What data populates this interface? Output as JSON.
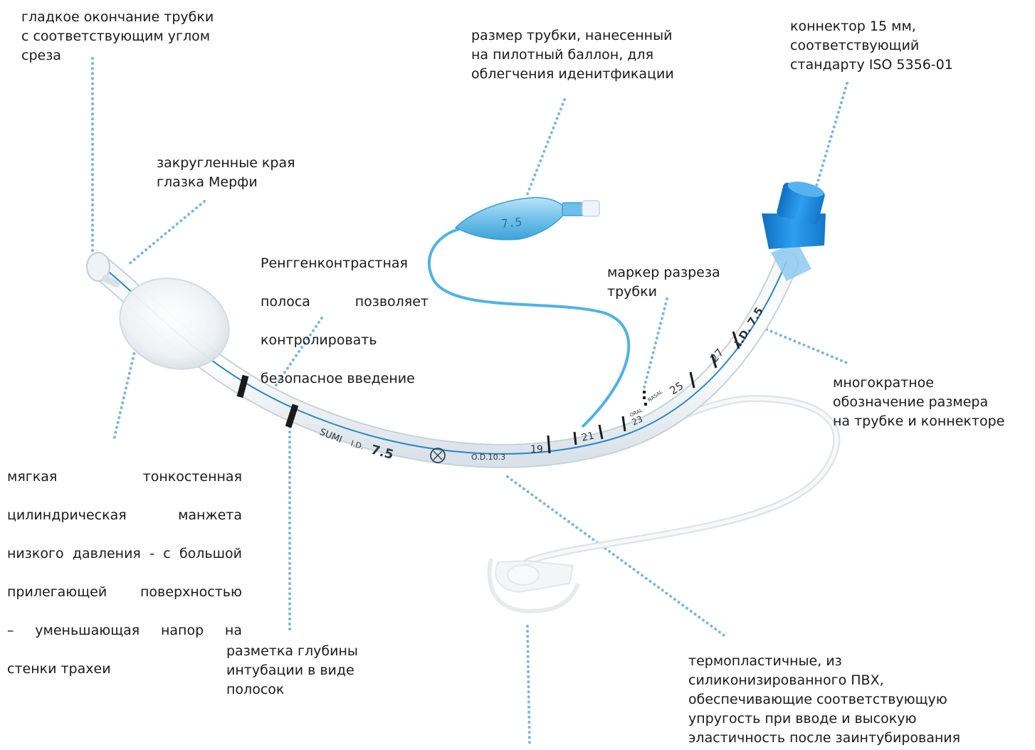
{
  "labels": {
    "smooth_tip": "гладкое окончание трубки\nс соответствующим углом\nсреза",
    "murphy_eye": "закругленные края\nглазка Мерфи",
    "radiopaque_line": [
      "Ренггенконтрастная",
      "полоса позволяет",
      "контролировать",
      "безопасное введение"
    ],
    "pilot_balloon_size": "размер трубки, нанесенный\nна пилотный баллон, для\nоблегчения иденитфикации",
    "connector": "коннектор 15 мм,\nсоответствующий\nстандарту ISO 5356-01",
    "bevel_marker": "маркер разреза\nтрубки",
    "multiple_size": "многократное\nобозначение размера\nна трубке и коннекторе",
    "cuff": [
      "мягкая тонкостенная",
      "цилиндрическая манжета",
      "низкого давления - с большой",
      "прилегающей поверхностью",
      "– уменьшающая напор на",
      "стенки трахеи"
    ],
    "depth_marks": "разметка глубины\nинтубации в виде\nполосок",
    "material": "термопластичные, из\nсиликонизированного ПВХ,\nобеспечивающие соответствующую\nупругость при вводе и высокую\nэластичность после заинтубирования"
  },
  "tube_markings": {
    "brand": "SUMI",
    "id_prefix": "I.D.",
    "id_value": "7.5",
    "od": "O.D.10.3",
    "depth_19": "19",
    "depth_21": "21",
    "depth_23": "23",
    "depth_25": "25",
    "depth_27": "27",
    "oral": "ORAL",
    "nasal": "NASAL",
    "connector_id": "I.D. 7.5",
    "balloon_size": "7.5"
  },
  "colors": {
    "tube_blue": "#2a86c8",
    "connector_blue": "#1e90e6",
    "dots": "#7fb4dc",
    "text": "#1a1a1a"
  }
}
